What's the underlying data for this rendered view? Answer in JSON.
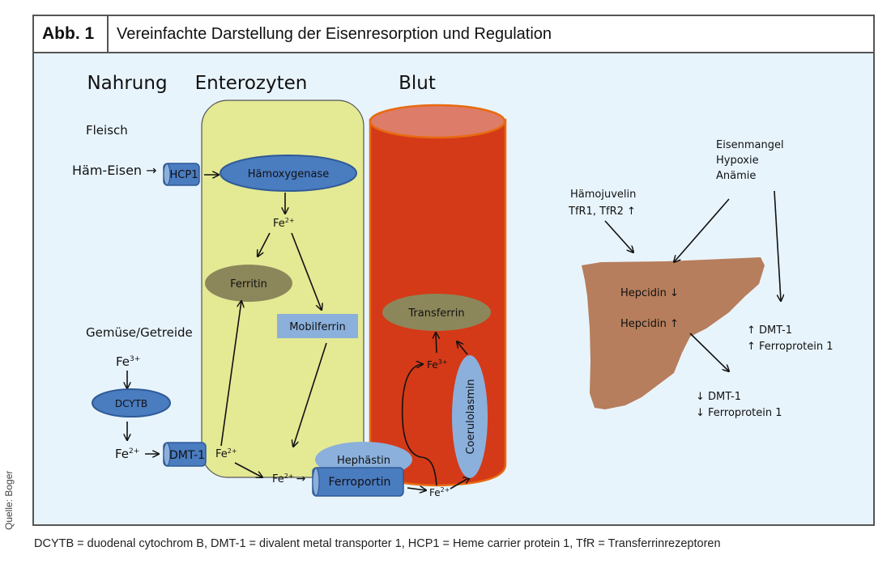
{
  "figure": {
    "number": "Abb. 1",
    "title": "Vereinfachte Darstellung der Eisenresorption und Regulation"
  },
  "columns": {
    "nahrung": "Nahrung",
    "enterozyten": "Enterozyten",
    "blut": "Blut"
  },
  "nahrung": {
    "fleisch": "Fleisch",
    "haem_eisen": "Häm-Eisen →",
    "gemuese": "Gemüse/Getreide",
    "fe3": "Fe",
    "fe3_sup": "3+",
    "fe2": "Fe",
    "fe2_sup": "2+",
    "fe2_arrow": "→"
  },
  "transporters": {
    "hcp1": "HCP1",
    "dmt1": "DMT-1",
    "ferroportin": "Ferroportin"
  },
  "enzymes": {
    "haemoxygenase": "Hämoxygenase",
    "dcytb": "DCYTB",
    "hephaestin": "Hephästin",
    "coeruloplasmin": "Coerulolasmin"
  },
  "proteins": {
    "ferritin": "Ferritin",
    "mobilferrin": "Mobilferrin",
    "transferrin": "Transferrin"
  },
  "ions": {
    "fe": "Fe",
    "sup2": "2+",
    "sup3": "3+",
    "arrow": "→"
  },
  "regulation": {
    "haemojuvelin": "Hämojuvelin",
    "tfr": "TfR1, TfR2 ↑",
    "eisenmangel": "Eisenmangel",
    "hypoxie": "Hypoxie",
    "anaemie": "Anämie",
    "hepcidin_down": "Hepcidin ↓",
    "hepcidin_up": "Hepcidin  ↑",
    "up_dmt1": "↑ DMT-1",
    "up_ferroprotein": "↑ Ferroprotein 1",
    "down_dmt1": "↓ DMT-1",
    "down_ferroprotein": "↓ Ferroprotein 1"
  },
  "colors": {
    "background": "#e8f4fc",
    "enterocyte": "#e4e994",
    "blood": "#d43a18",
    "blood_top": "#dd7c68",
    "blood_border": "#e86a10",
    "transporter": "#4a7cc0",
    "light_blue": "#8bb0dc",
    "olive": "#8c875a",
    "liver": "#b67e5c"
  },
  "source": "Quelle: Boger",
  "footnote": "DCYTB = duodenal cytochrom B, DMT-1 =  divalent metal transporter 1, HCP1 = Heme carrier protein 1, TfR = Transferrinrezeptoren"
}
